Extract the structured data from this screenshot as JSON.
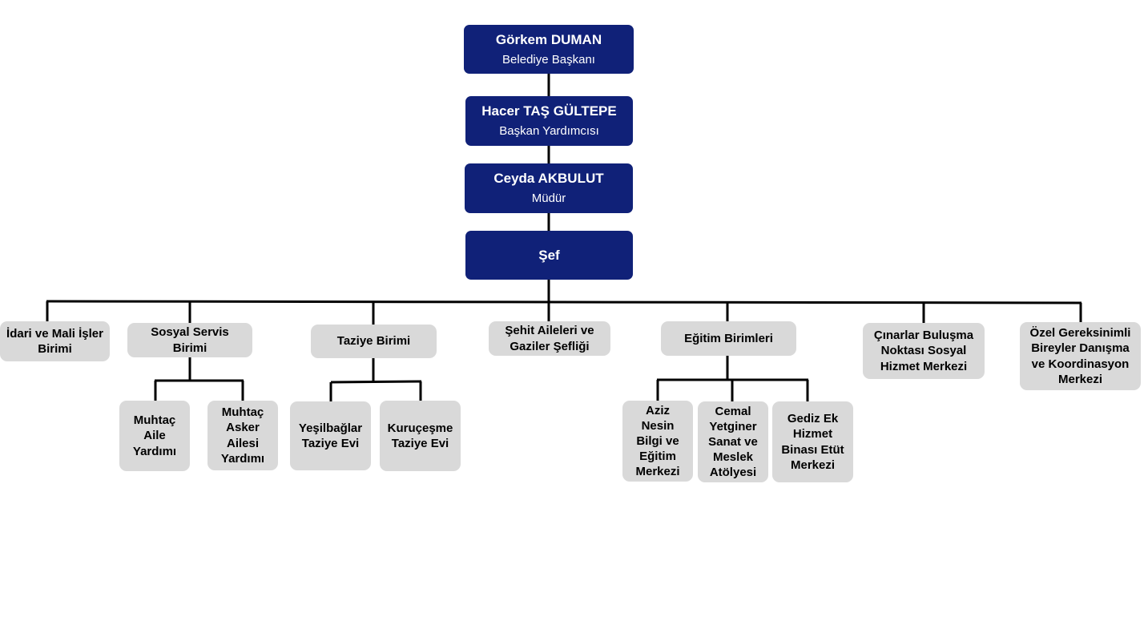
{
  "chart": {
    "mayor": {
      "name": "Görkem DUMAN",
      "role": "Belediye Başkanı"
    },
    "deputy": {
      "name": "Hacer TAŞ GÜLTEPE",
      "role": "Başkan Yardımcısı"
    },
    "director": {
      "name": "Ceyda AKBULUT",
      "role": "Müdür"
    },
    "chief": {
      "name": "Şef"
    },
    "units": {
      "idari": "İdari ve Mali İşler Birimi",
      "sosyal": "Sosyal Servis Birimi",
      "taziye": "Taziye Birimi",
      "sehit": "Şehit Aileleri ve Gaziler Şefliği",
      "egitim": "Eğitim Birimleri",
      "cinarlar": "Çınarlar Buluşma Noktası Sosyal Hizmet Merkezi",
      "ozel": "Özel Gereksinimli Bireyler Danışma ve Koordinasyon Merkezi"
    },
    "sub_units": {
      "muhtac_aile": "Muhtaç Aile Yardımı",
      "muhtac_asker": "Muhtaç Asker Ailesi Yardımı",
      "yesilbaglar": "Yeşilbağlar Taziye Evi",
      "kurucesme": "Kuruçeşme Taziye Evi",
      "aziz_nesin": "Aziz Nesin Bilgi ve Eğitim Merkezi",
      "cemal": "Cemal Yetginer Sanat ve Meslek Atölyesi",
      "gediz": "Gediz Ek Hizmet Binası Etüt Merkezi"
    },
    "colors": {
      "leader_box": "#102178",
      "unit_box": "#d9d9d9",
      "connector": "#000000"
    }
  }
}
